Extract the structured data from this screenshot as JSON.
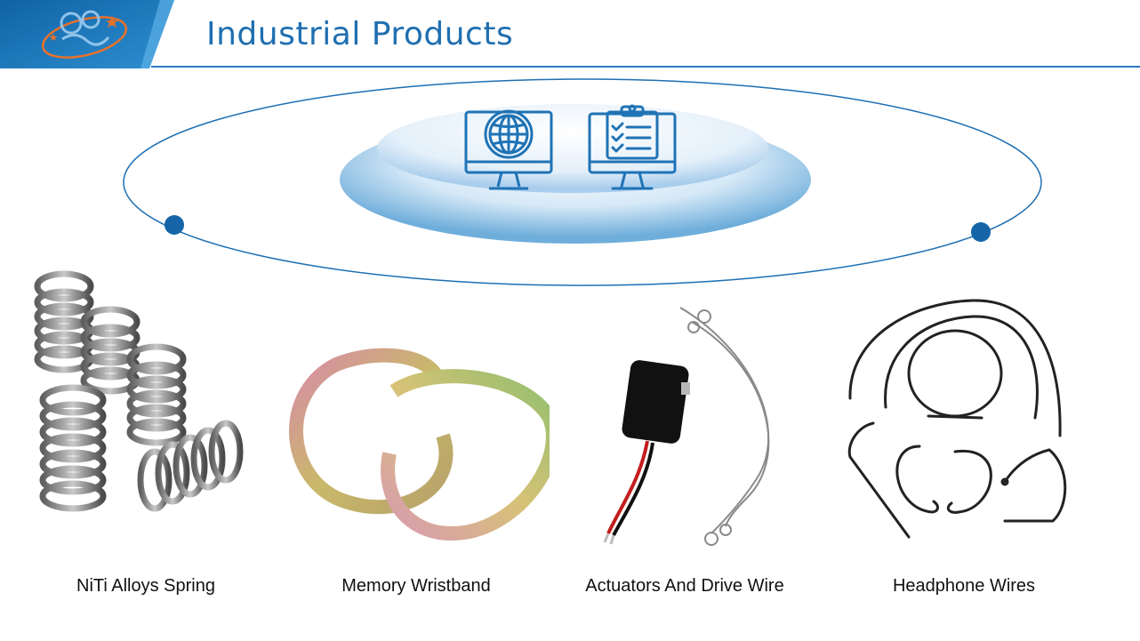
{
  "header": {
    "title": "Industrial Products"
  },
  "hero": {
    "icons": [
      "globe-monitor-icon",
      "clipboard-checklist-monitor-icon"
    ]
  },
  "products": [
    {
      "label": "NiTi Alloys Spring",
      "icon": "coil-spring-image"
    },
    {
      "label": "Memory Wristband",
      "icon": "metal-band-image"
    },
    {
      "label": "Actuators And Drive Wire",
      "icon": "actuator-wire-image"
    },
    {
      "label": "Headphone Wires",
      "icon": "headphone-wire-image"
    }
  ],
  "colors": {
    "brand_blue": "#1f6fb0",
    "accent_blue": "#1565a8",
    "text": "#111111"
  }
}
